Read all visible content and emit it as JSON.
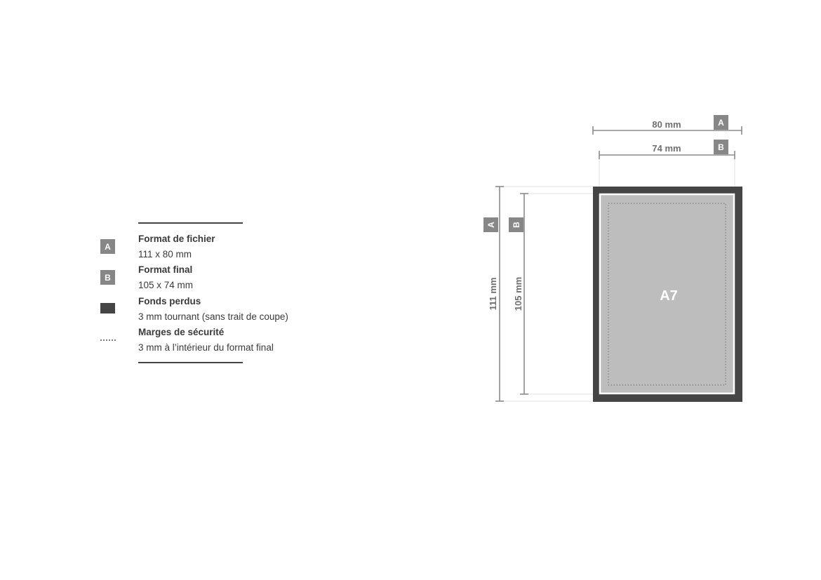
{
  "legend": {
    "items": [
      {
        "badge": "A",
        "title": "Format de fichier",
        "desc": "111 x 80 mm"
      },
      {
        "badge": "B",
        "title": "Format final",
        "desc": "105 x 74 mm"
      },
      {
        "badge": "",
        "title": "Fonds perdus",
        "desc": "3 mm tournant (sans trait de coupe)"
      },
      {
        "badge": "",
        "title": "Marges de sécurité",
        "desc": "3 mm à l’intérieur du format final"
      }
    ]
  },
  "diagram": {
    "width_file": "80 mm",
    "width_final": "74 mm",
    "height_file": "111 mm",
    "height_final": "105 mm",
    "badge_a": "A",
    "badge_b": "B",
    "format_label": "A7"
  },
  "colors": {
    "bleed": "#454545",
    "final_border": "#ffffff",
    "page_fill": "#bdbdbd",
    "badge": "#878787",
    "dim_line": "#8a8a8a"
  }
}
